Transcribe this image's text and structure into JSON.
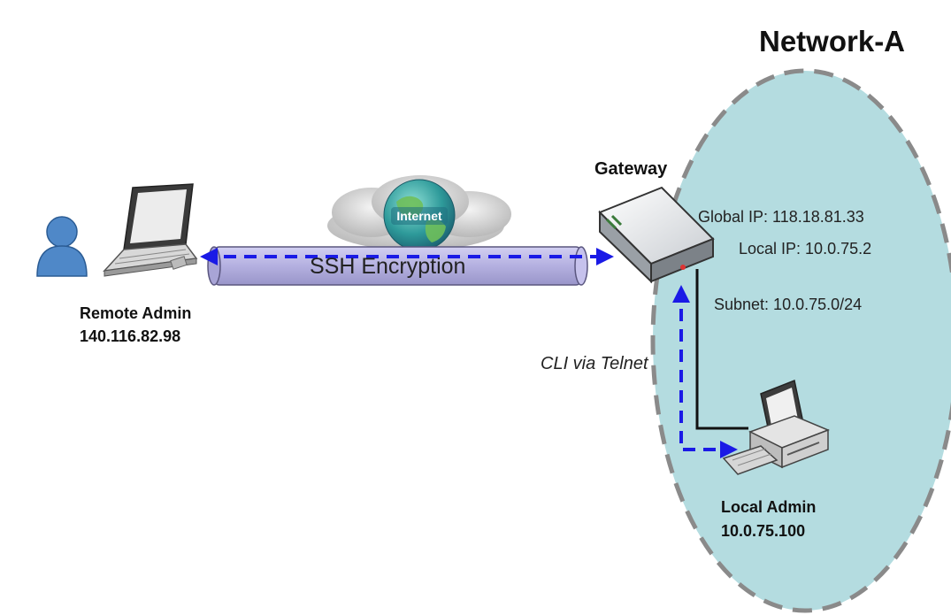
{
  "network": {
    "title": "Network-A",
    "zone_fill": "#b4dce0",
    "zone_stroke": "#8a8a8a"
  },
  "gateway": {
    "title": "Gateway",
    "global_ip": "Global IP: 118.18.81.33",
    "local_ip": "Local IP: 10.0.75.2",
    "subnet": "Subnet: 10.0.75.0/24"
  },
  "internet": {
    "label": "Internet"
  },
  "tunnel": {
    "label": "SSH Encryption",
    "fill": "#b7b3e2"
  },
  "cli_link": {
    "label": "CLI via Telnet"
  },
  "remote_admin": {
    "name": "Remote Admin",
    "ip": "140.116.82.98"
  },
  "local_admin": {
    "name": "Local Admin",
    "ip": "10.0.75.100"
  },
  "colors": {
    "arrow": "#1a1ae6",
    "wire": "#111111"
  }
}
